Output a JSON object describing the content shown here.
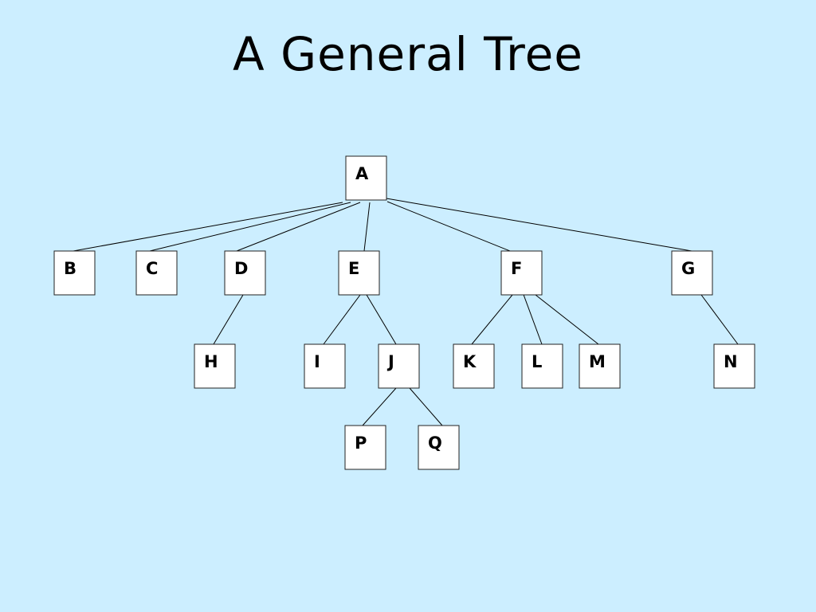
{
  "title": "A General Tree",
  "colors": {
    "background": "#cceeff",
    "node_fill": "#ffffff",
    "node_border": "#222222",
    "edge": "#000000",
    "text": "#000000"
  },
  "tree": {
    "nodes": [
      {
        "id": "A",
        "label": "A"
      },
      {
        "id": "B",
        "label": "B"
      },
      {
        "id": "C",
        "label": "C"
      },
      {
        "id": "D",
        "label": "D"
      },
      {
        "id": "E",
        "label": "E"
      },
      {
        "id": "F",
        "label": "F"
      },
      {
        "id": "G",
        "label": "G"
      },
      {
        "id": "H",
        "label": "H"
      },
      {
        "id": "I",
        "label": "I"
      },
      {
        "id": "J",
        "label": "J"
      },
      {
        "id": "K",
        "label": "K"
      },
      {
        "id": "L",
        "label": "L"
      },
      {
        "id": "M",
        "label": "M"
      },
      {
        "id": "N",
        "label": "N"
      },
      {
        "id": "P",
        "label": "P"
      },
      {
        "id": "Q",
        "label": "Q"
      }
    ],
    "edges": [
      {
        "from": "A",
        "to": "B"
      },
      {
        "from": "A",
        "to": "C"
      },
      {
        "from": "A",
        "to": "D"
      },
      {
        "from": "A",
        "to": "E"
      },
      {
        "from": "A",
        "to": "F"
      },
      {
        "from": "A",
        "to": "G"
      },
      {
        "from": "D",
        "to": "H"
      },
      {
        "from": "E",
        "to": "I"
      },
      {
        "from": "E",
        "to": "J"
      },
      {
        "from": "F",
        "to": "K"
      },
      {
        "from": "F",
        "to": "L"
      },
      {
        "from": "F",
        "to": "M"
      },
      {
        "from": "G",
        "to": "N"
      },
      {
        "from": "J",
        "to": "P"
      },
      {
        "from": "J",
        "to": "Q"
      }
    ]
  }
}
